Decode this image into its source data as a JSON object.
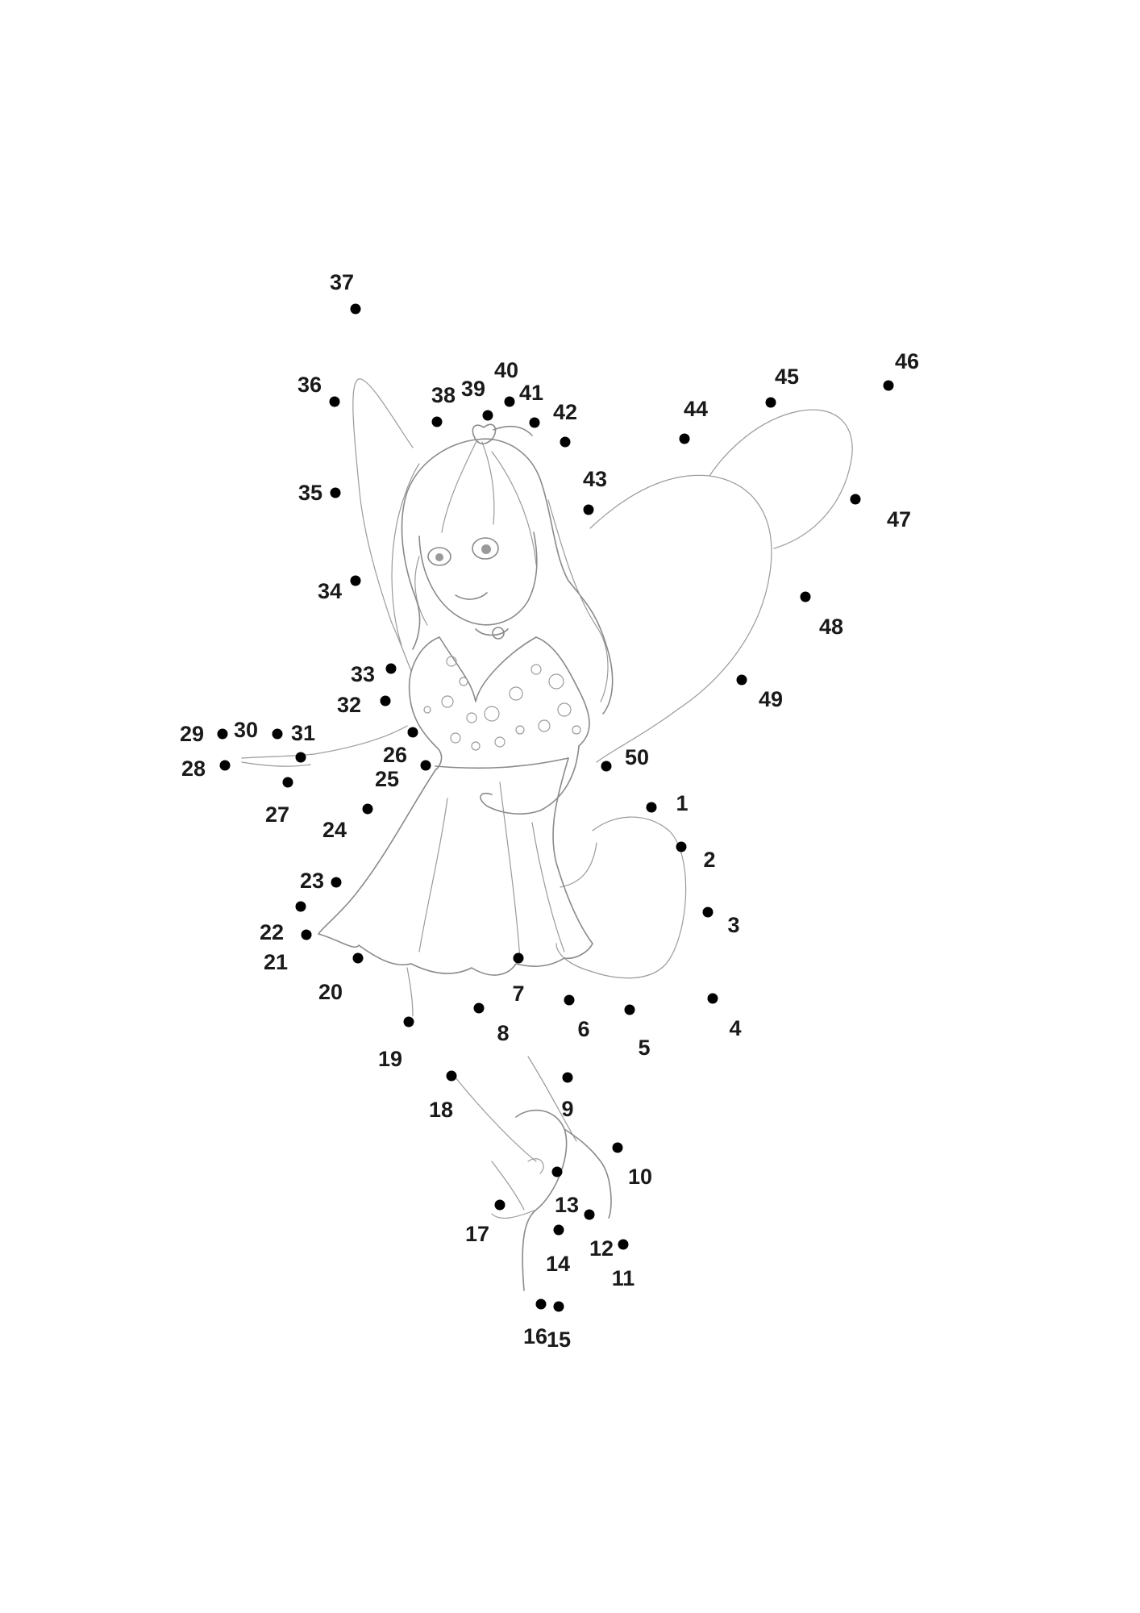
{
  "colors": {
    "background": "#ffffff",
    "line_art": "#8a8a8a",
    "dot": "#000000",
    "label": "#1a1a1a"
  },
  "dots": [
    {
      "label": "1"
    },
    {
      "label": "2"
    },
    {
      "label": "3"
    },
    {
      "label": "4"
    },
    {
      "label": "5"
    },
    {
      "label": "6"
    },
    {
      "label": "7"
    },
    {
      "label": "8"
    },
    {
      "label": "9"
    },
    {
      "label": "10"
    },
    {
      "label": "11"
    },
    {
      "label": "12"
    },
    {
      "label": "13"
    },
    {
      "label": "14"
    },
    {
      "label": "15"
    },
    {
      "label": "16"
    },
    {
      "label": "17"
    },
    {
      "label": "18"
    },
    {
      "label": "19"
    },
    {
      "label": "20"
    },
    {
      "label": "21"
    },
    {
      "label": "22"
    },
    {
      "label": "23"
    },
    {
      "label": "24"
    },
    {
      "label": "25"
    },
    {
      "label": "26"
    },
    {
      "label": "27"
    },
    {
      "label": "28"
    },
    {
      "label": "29"
    },
    {
      "label": "30"
    },
    {
      "label": "31"
    },
    {
      "label": "32"
    },
    {
      "label": "33"
    },
    {
      "label": "34"
    },
    {
      "label": "35"
    },
    {
      "label": "36"
    },
    {
      "label": "37"
    },
    {
      "label": "38"
    },
    {
      "label": "39"
    },
    {
      "label": "40"
    },
    {
      "label": "41"
    },
    {
      "label": "42"
    },
    {
      "label": "43"
    },
    {
      "label": "44"
    },
    {
      "label": "45"
    },
    {
      "label": "46"
    },
    {
      "label": "47"
    },
    {
      "label": "48"
    },
    {
      "label": "49"
    },
    {
      "label": "50"
    }
  ]
}
